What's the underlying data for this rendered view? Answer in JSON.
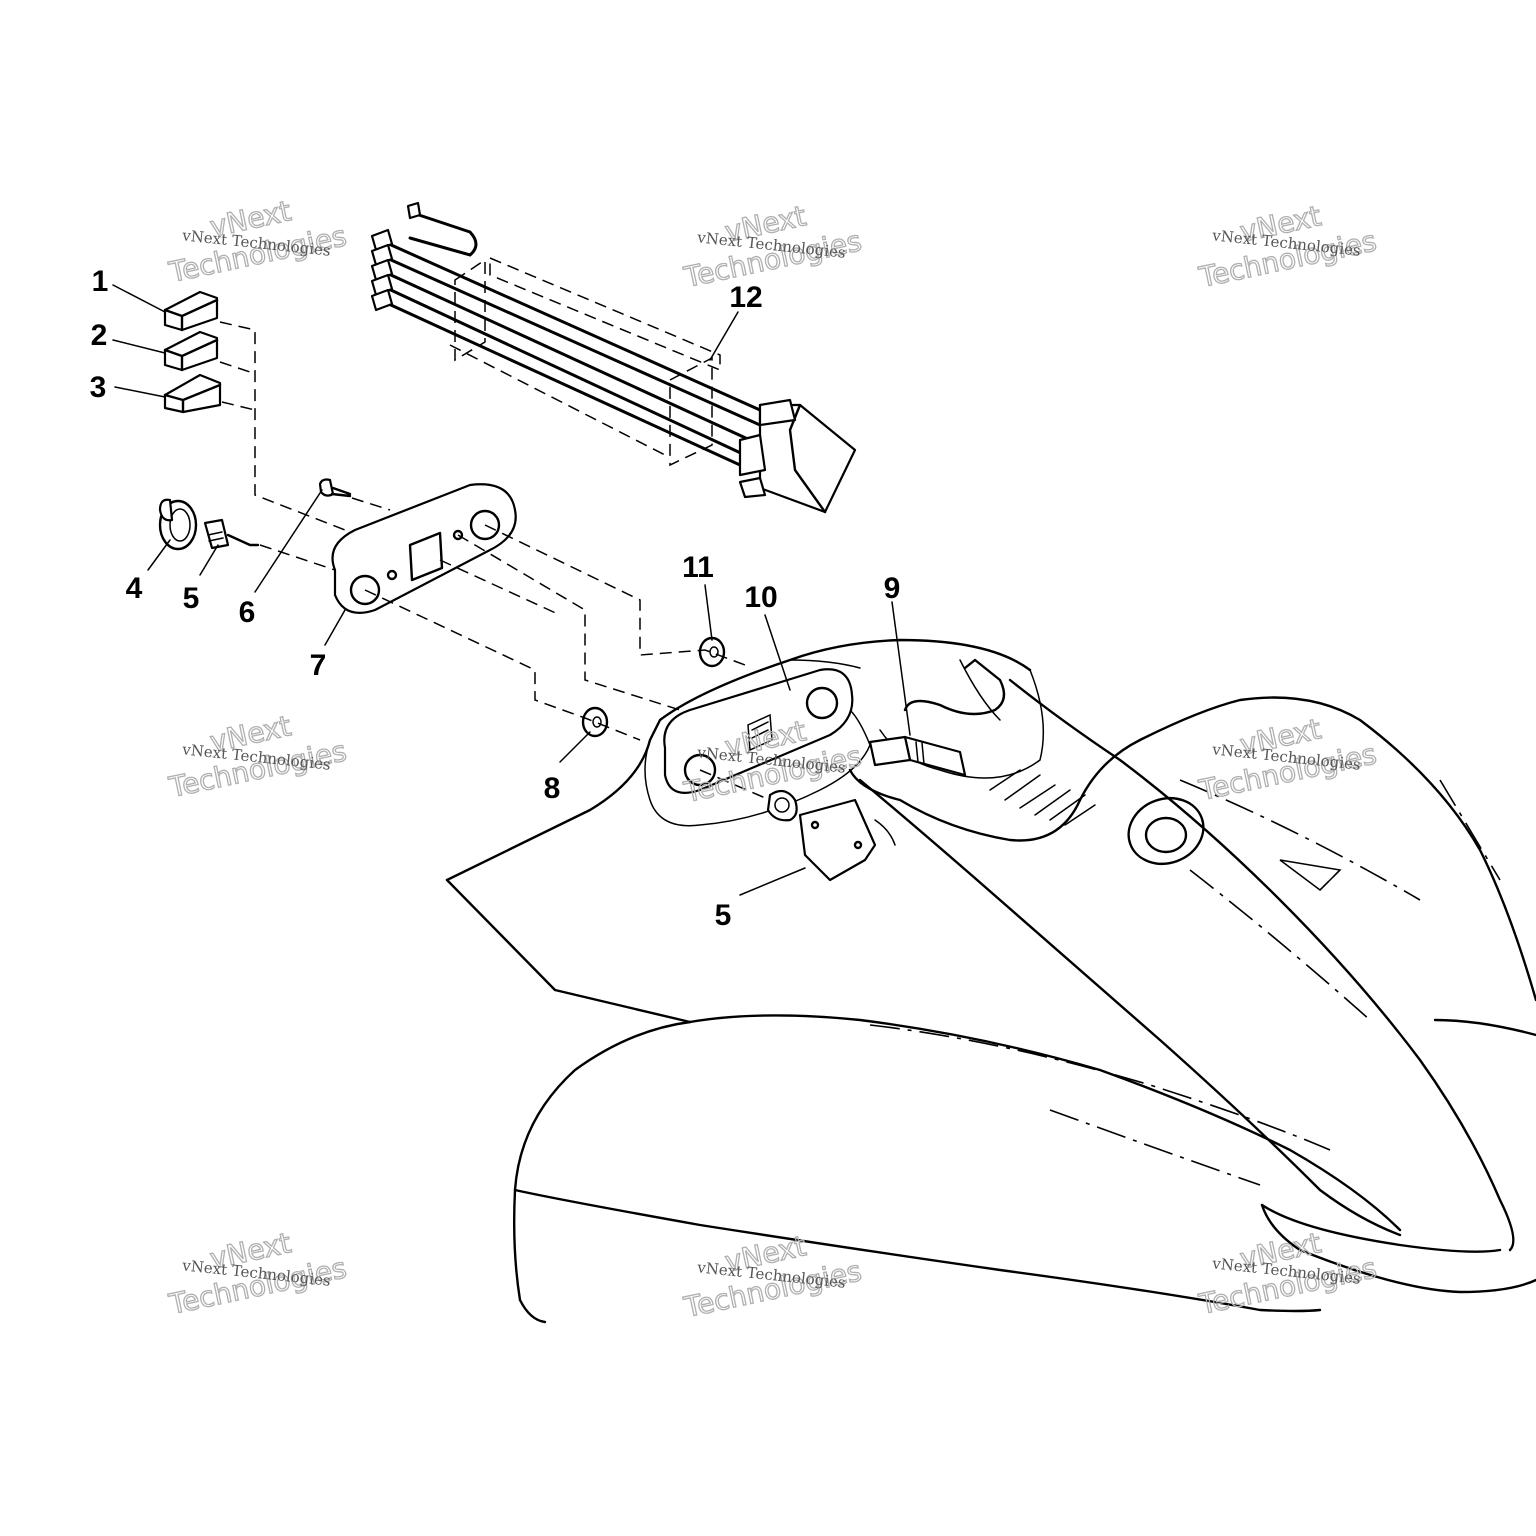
{
  "callouts": [
    "1",
    "2",
    "3",
    "4",
    "5",
    "6",
    "7",
    "8",
    "9",
    "10",
    "11",
    "12",
    "5"
  ],
  "watermark": {
    "company": "vNext",
    "line": "vNext Technologies",
    "big": "Technologies"
  },
  "colors": {
    "line": "#000000",
    "background": "#ffffff",
    "watermark_text": "#555555",
    "watermark_outline": "#b0b0b0"
  }
}
